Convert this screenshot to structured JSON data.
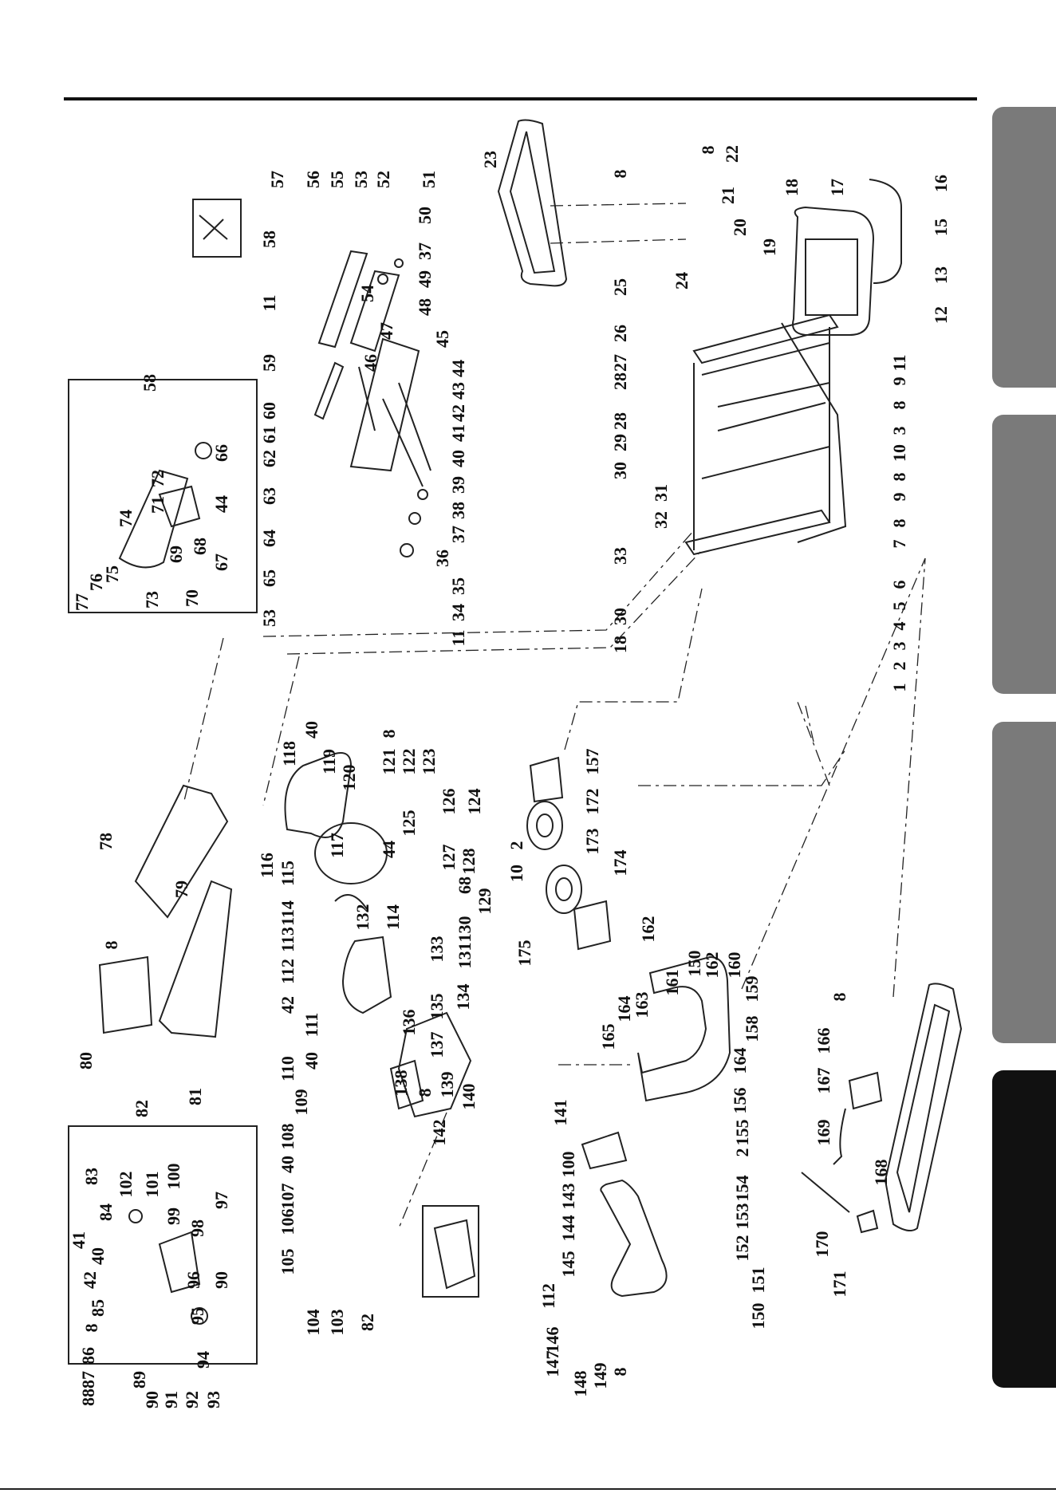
{
  "diagram": {
    "callouts": [
      {
        "id": "c1",
        "text": "1"
      },
      {
        "id": "c2",
        "text": "2"
      },
      {
        "id": "c3",
        "text": "3"
      },
      {
        "id": "c4",
        "text": "4"
      },
      {
        "id": "c5",
        "text": "5"
      },
      {
        "id": "c6",
        "text": "6"
      },
      {
        "id": "c7",
        "text": "7"
      },
      {
        "id": "c8a",
        "text": "8"
      },
      {
        "id": "c9a",
        "text": "9"
      },
      {
        "id": "c8b",
        "text": "8"
      },
      {
        "id": "c10a",
        "text": "10"
      },
      {
        "id": "c3b",
        "text": "3"
      },
      {
        "id": "c8c",
        "text": "8"
      },
      {
        "id": "c9b",
        "text": "9"
      },
      {
        "id": "c11a",
        "text": "11"
      },
      {
        "id": "c12",
        "text": "12"
      },
      {
        "id": "c13",
        "text": "13"
      },
      {
        "id": "c15",
        "text": "15"
      },
      {
        "id": "c16",
        "text": "16"
      },
      {
        "id": "c17",
        "text": "17"
      },
      {
        "id": "c18a",
        "text": "18"
      },
      {
        "id": "c19",
        "text": "19"
      },
      {
        "id": "c20",
        "text": "20"
      },
      {
        "id": "c21",
        "text": "21"
      },
      {
        "id": "c22",
        "text": "22"
      },
      {
        "id": "c8d",
        "text": "8"
      },
      {
        "id": "c8e",
        "text": "8"
      },
      {
        "id": "c23",
        "text": "23"
      },
      {
        "id": "c24",
        "text": "24"
      },
      {
        "id": "c25",
        "text": "25"
      },
      {
        "id": "c26",
        "text": "26"
      },
      {
        "id": "c27",
        "text": "27"
      },
      {
        "id": "c28a",
        "text": "28"
      },
      {
        "id": "c28b",
        "text": "28"
      },
      {
        "id": "c29",
        "text": "29"
      },
      {
        "id": "c30a",
        "text": "30"
      },
      {
        "id": "c31",
        "text": "31"
      },
      {
        "id": "c32",
        "text": "32"
      },
      {
        "id": "c33",
        "text": "33"
      },
      {
        "id": "c30b",
        "text": "30"
      },
      {
        "id": "c18b",
        "text": "18"
      },
      {
        "id": "c57",
        "text": "57"
      },
      {
        "id": "c56",
        "text": "56"
      },
      {
        "id": "c55",
        "text": "55"
      },
      {
        "id": "c53a",
        "text": "53"
      },
      {
        "id": "c52",
        "text": "52"
      },
      {
        "id": "c51",
        "text": "51"
      },
      {
        "id": "c50",
        "text": "50"
      },
      {
        "id": "c37a",
        "text": "37"
      },
      {
        "id": "c49",
        "text": "49"
      },
      {
        "id": "c48",
        "text": "48"
      },
      {
        "id": "c54",
        "text": "54"
      },
      {
        "id": "c47",
        "text": "47"
      },
      {
        "id": "c46",
        "text": "46"
      },
      {
        "id": "c45",
        "text": "45"
      },
      {
        "id": "c44a",
        "text": "44"
      },
      {
        "id": "c43",
        "text": "43"
      },
      {
        "id": "c42a",
        "text": "42"
      },
      {
        "id": "c41a",
        "text": "41"
      },
      {
        "id": "c40a",
        "text": "40"
      },
      {
        "id": "c39",
        "text": "39"
      },
      {
        "id": "c38",
        "text": "38"
      },
      {
        "id": "c37b",
        "text": "37"
      },
      {
        "id": "c36",
        "text": "36"
      },
      {
        "id": "c35",
        "text": "35"
      },
      {
        "id": "c34",
        "text": "34"
      },
      {
        "id": "c11b",
        "text": "11"
      },
      {
        "id": "c11c",
        "text": "11"
      },
      {
        "id": "c59",
        "text": "59"
      },
      {
        "id": "c60",
        "text": "60"
      },
      {
        "id": "c61",
        "text": "61"
      },
      {
        "id": "c62",
        "text": "62"
      },
      {
        "id": "c63",
        "text": "63"
      },
      {
        "id": "c64",
        "text": "64"
      },
      {
        "id": "c65",
        "text": "65"
      },
      {
        "id": "c53b",
        "text": "53"
      },
      {
        "id": "c58a",
        "text": "58"
      },
      {
        "id": "c58b",
        "text": "58"
      },
      {
        "id": "c66",
        "text": "66"
      },
      {
        "id": "c44b",
        "text": "44"
      },
      {
        "id": "c72",
        "text": "72"
      },
      {
        "id": "c71",
        "text": "71"
      },
      {
        "id": "c74",
        "text": "74"
      },
      {
        "id": "c77",
        "text": "77"
      },
      {
        "id": "c76",
        "text": "76"
      },
      {
        "id": "c75",
        "text": "75"
      },
      {
        "id": "c73",
        "text": "73"
      },
      {
        "id": "c70",
        "text": "70"
      },
      {
        "id": "c69",
        "text": "69"
      },
      {
        "id": "c68a",
        "text": "68"
      },
      {
        "id": "c67",
        "text": "67"
      },
      {
        "id": "c78",
        "text": "78"
      },
      {
        "id": "c79",
        "text": "79"
      },
      {
        "id": "c8f",
        "text": "8"
      },
      {
        "id": "c80",
        "text": "80"
      },
      {
        "id": "c81",
        "text": "81"
      },
      {
        "id": "c118",
        "text": "118"
      },
      {
        "id": "c40b",
        "text": "40"
      },
      {
        "id": "c119",
        "text": "119"
      },
      {
        "id": "c120",
        "text": "120"
      },
      {
        "id": "c117",
        "text": "117"
      },
      {
        "id": "c8g",
        "text": "8"
      },
      {
        "id": "c121",
        "text": "121"
      },
      {
        "id": "c122",
        "text": "122"
      },
      {
        "id": "c123",
        "text": "123"
      },
      {
        "id": "c126",
        "text": "126"
      },
      {
        "id": "c125",
        "text": "125"
      },
      {
        "id": "c124",
        "text": "124"
      },
      {
        "id": "c116",
        "text": "116"
      },
      {
        "id": "c115",
        "text": "115"
      },
      {
        "id": "c44c",
        "text": "44"
      },
      {
        "id": "c127",
        "text": "127"
      },
      {
        "id": "c128",
        "text": "128"
      },
      {
        "id": "c114a",
        "text": "114"
      },
      {
        "id": "c114b",
        "text": "114"
      },
      {
        "id": "c113",
        "text": "113"
      },
      {
        "id": "c112a",
        "text": "112"
      },
      {
        "id": "c132",
        "text": "132"
      },
      {
        "id": "c68b",
        "text": "68"
      },
      {
        "id": "c129",
        "text": "129"
      },
      {
        "id": "c130",
        "text": "130"
      },
      {
        "id": "c131",
        "text": "131"
      },
      {
        "id": "c133",
        "text": "133"
      },
      {
        "id": "c134",
        "text": "134"
      },
      {
        "id": "c135",
        "text": "135"
      },
      {
        "id": "c136",
        "text": "136"
      },
      {
        "id": "c42b",
        "text": "42"
      },
      {
        "id": "c111",
        "text": "111"
      },
      {
        "id": "c137",
        "text": "137"
      },
      {
        "id": "c40c",
        "text": "40"
      },
      {
        "id": "c110",
        "text": "110"
      },
      {
        "id": "c109",
        "text": "109"
      },
      {
        "id": "c108",
        "text": "108"
      },
      {
        "id": "c40d",
        "text": "40"
      },
      {
        "id": "c107",
        "text": "107"
      },
      {
        "id": "c106",
        "text": "106"
      },
      {
        "id": "c105",
        "text": "105"
      },
      {
        "id": "c138",
        "text": "138"
      },
      {
        "id": "c8h",
        "text": "8"
      },
      {
        "id": "c139",
        "text": "139"
      },
      {
        "id": "c140",
        "text": "140"
      },
      {
        "id": "c142",
        "text": "142"
      },
      {
        "id": "c104",
        "text": "104"
      },
      {
        "id": "c103",
        "text": "103"
      },
      {
        "id": "c82a",
        "text": "82"
      },
      {
        "id": "c82b",
        "text": "82"
      },
      {
        "id": "c100a",
        "text": "100"
      },
      {
        "id": "c102",
        "text": "102"
      },
      {
        "id": "c101",
        "text": "101"
      },
      {
        "id": "c83",
        "text": "83"
      },
      {
        "id": "c84",
        "text": "84"
      },
      {
        "id": "c99",
        "text": "99"
      },
      {
        "id": "c98",
        "text": "98"
      },
      {
        "id": "c97",
        "text": "97"
      },
      {
        "id": "c41b",
        "text": "41"
      },
      {
        "id": "c40e",
        "text": "40"
      },
      {
        "id": "c42c",
        "text": "42"
      },
      {
        "id": "c96",
        "text": "96"
      },
      {
        "id": "c90a",
        "text": "90"
      },
      {
        "id": "c85",
        "text": "85"
      },
      {
        "id": "c95",
        "text": "95"
      },
      {
        "id": "c8i",
        "text": "8"
      },
      {
        "id": "c86",
        "text": "86"
      },
      {
        "id": "c94",
        "text": "94"
      },
      {
        "id": "c87",
        "text": "87"
      },
      {
        "id": "c88",
        "text": "88"
      },
      {
        "id": "c89",
        "text": "89"
      },
      {
        "id": "c90b",
        "text": "90"
      },
      {
        "id": "c91",
        "text": "91"
      },
      {
        "id": "c92",
        "text": "92"
      },
      {
        "id": "c93",
        "text": "93"
      },
      {
        "id": "c157",
        "text": "157"
      },
      {
        "id": "c172",
        "text": "172"
      },
      {
        "id": "c173",
        "text": "173"
      },
      {
        "id": "c2b",
        "text": "2"
      },
      {
        "id": "c10b",
        "text": "10"
      },
      {
        "id": "c174",
        "text": "174"
      },
      {
        "id": "c175",
        "text": "175"
      },
      {
        "id": "c162a",
        "text": "162"
      },
      {
        "id": "c161",
        "text": "161"
      },
      {
        "id": "c150a",
        "text": "150"
      },
      {
        "id": "c162b",
        "text": "162"
      },
      {
        "id": "c160",
        "text": "160"
      },
      {
        "id": "c159",
        "text": "159"
      },
      {
        "id": "c158",
        "text": "158"
      },
      {
        "id": "c163",
        "text": "163"
      },
      {
        "id": "c164a",
        "text": "164"
      },
      {
        "id": "c165",
        "text": "165"
      },
      {
        "id": "c164b",
        "text": "164"
      },
      {
        "id": "c156",
        "text": "156"
      },
      {
        "id": "c141",
        "text": "141"
      },
      {
        "id": "c155",
        "text": "155"
      },
      {
        "id": "c2c",
        "text": "2"
      },
      {
        "id": "c100b",
        "text": "100"
      },
      {
        "id": "c143",
        "text": "143"
      },
      {
        "id": "c144",
        "text": "144"
      },
      {
        "id": "c154",
        "text": "154"
      },
      {
        "id": "c153",
        "text": "153"
      },
      {
        "id": "c152",
        "text": "152"
      },
      {
        "id": "c145",
        "text": "145"
      },
      {
        "id": "c112b",
        "text": "112"
      },
      {
        "id": "c151",
        "text": "151"
      },
      {
        "id": "c150b",
        "text": "150"
      },
      {
        "id": "c146",
        "text": "146"
      },
      {
        "id": "c147",
        "text": "147"
      },
      {
        "id": "c148",
        "text": "148"
      },
      {
        "id": "c149",
        "text": "149"
      },
      {
        "id": "c8j",
        "text": "8"
      },
      {
        "id": "c8k",
        "text": "8"
      },
      {
        "id": "c166",
        "text": "166"
      },
      {
        "id": "c167",
        "text": "167"
      },
      {
        "id": "c169",
        "text": "169"
      },
      {
        "id": "c168",
        "text": "168"
      },
      {
        "id": "c170",
        "text": "170"
      },
      {
        "id": "c171",
        "text": "171"
      }
    ]
  }
}
